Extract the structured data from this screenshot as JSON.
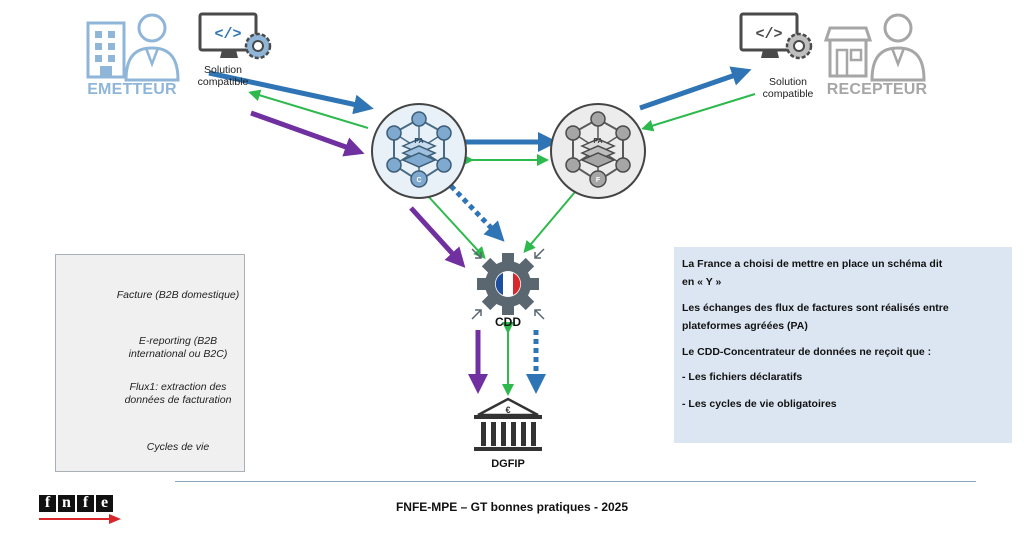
{
  "emitter": {
    "name": "EMETTEUR",
    "solution": "Solution compatible"
  },
  "receiver": {
    "name": "RECEPTEUR",
    "solution": "Solution compatible"
  },
  "platforms": {
    "left_badge": "PA",
    "left_sub": "C",
    "right_badge": "PA",
    "right_sub": "F"
  },
  "cdd": {
    "label": "CDD"
  },
  "dgfip": {
    "label": "DGFIP",
    "symbol": "€"
  },
  "legend": {
    "items": [
      {
        "label": "Facture (B2B domestique)",
        "color": "#2f75b5",
        "style": "solid"
      },
      {
        "label": "E-reporting (B2B international ou B2C)",
        "color": "#7030a0",
        "style": "solid"
      },
      {
        "label": "Flux1: extraction des données de facturation",
        "color": "#2f75b5",
        "style": "dotted"
      },
      {
        "label": "Cycles de vie",
        "color": "#2db94d",
        "style": "thin"
      }
    ]
  },
  "info": {
    "line1": "La France a choisi de mettre en place un schéma dit",
    "line2": "en « Y »",
    "line3": "Les échanges des flux de factures sont réalisés entre",
    "line4": "plateformes agréées (PA)",
    "line5": "Le CDD-Concentrateur de données ne reçoit que :",
    "line6": "- Les fichiers déclaratifs",
    "line7": "- Les cycles de vie obligatoires"
  },
  "footer": {
    "text": "FNFE-MPE – GT bonnes pratiques -  2025"
  },
  "logo": {
    "letters": [
      "f",
      "n",
      "f",
      "e"
    ]
  },
  "colors": {
    "blue": "#2f75b5",
    "purple": "#7030a0",
    "green": "#2db94d",
    "emitter": "#8fb6d8",
    "receiver": "#a6a6a6"
  }
}
